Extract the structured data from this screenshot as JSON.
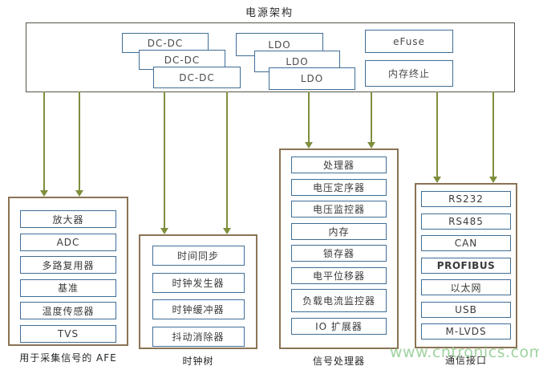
{
  "title": "电源架构",
  "watermark": "www.cntronics.com",
  "colors": {
    "blue_box_border": "#3f6e96",
    "section_border": "#8a7355",
    "power_box_border": "#56544a",
    "arrow_green": "#7d8f3d",
    "watermark_green": "#8fcc8f"
  },
  "power": {
    "dcdc": [
      "DC-DC",
      "DC-DC",
      "DC-DC"
    ],
    "ldo": [
      "LDO",
      "LDO",
      "LDO"
    ],
    "efuse": "eFuse",
    "memory_termination": "内存终止"
  },
  "sections": [
    {
      "label": "用于采集信号的 AFE",
      "items": [
        "放大器",
        "ADC",
        "多路复用器",
        "基准",
        "温度传感器",
        "TVS"
      ]
    },
    {
      "label": "时钟树",
      "items": [
        "时间同步",
        "时钟发生器",
        "时钟缓冲器",
        "抖动消除器"
      ]
    },
    {
      "label": "信号处理器",
      "items": [
        "处理器",
        "电压定序器",
        "电压监控器",
        "内存",
        "锁存器",
        "电平位移器",
        "负载电流监控器",
        "IO 扩展器"
      ]
    },
    {
      "label": "通信接口",
      "items": [
        "RS232",
        "RS485",
        "CAN",
        "PROFIBUS",
        "以太网",
        "USB",
        "M-LVDS"
      ]
    }
  ]
}
